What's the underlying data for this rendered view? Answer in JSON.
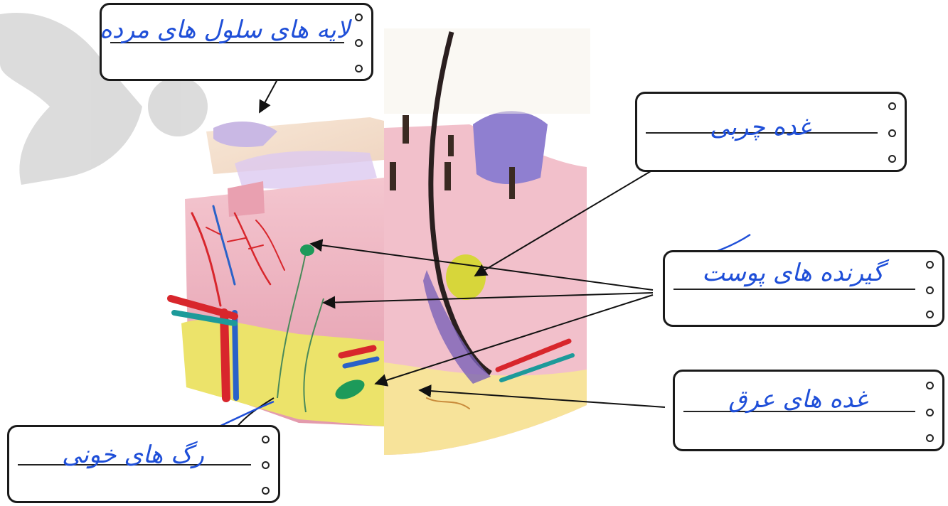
{
  "diagram": {
    "subject": "skin-cross-section",
    "labels": {
      "epidermis": "لایه های سلول های مرده",
      "sebaceous_gland": "غده چربی",
      "receptors": "گیرنده های پوست",
      "sweat_glands": "غده های عرق",
      "blood_vessels": "رگ های خونی"
    },
    "colors": {
      "handwriting": "#1f4fd8",
      "skin_pink": "#e9a4b4",
      "fat_yellow": "#ece36a",
      "artery_red": "#d8262c",
      "vein_blue": "#2a62c8",
      "top_layer_purple": "#a9a0d6",
      "receptor_green": "#1d9a5a"
    }
  }
}
